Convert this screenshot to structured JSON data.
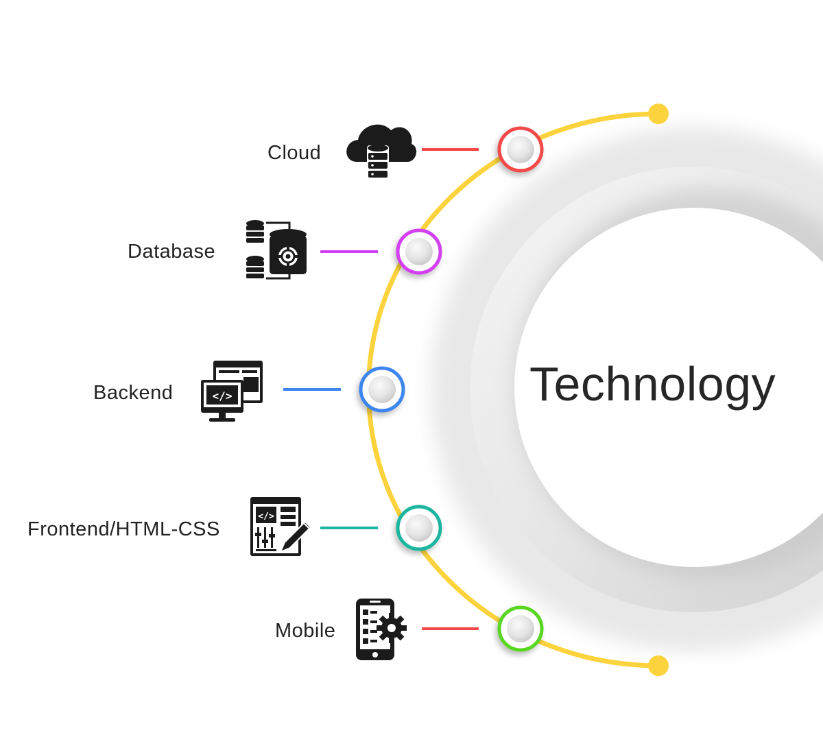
{
  "title": "Technology",
  "colors": {
    "arc": "#fcd33d",
    "title_text": "#262626",
    "label_text": "#222222",
    "icon": "#1b1b1b"
  },
  "items": [
    {
      "label": "Cloud",
      "icon": "cloud-database-icon",
      "color": "#f24848"
    },
    {
      "label": "Database",
      "icon": "database-settings-icon",
      "color": "#d23ff0"
    },
    {
      "label": "Backend",
      "icon": "backend-code-icon",
      "color": "#3d86f0"
    },
    {
      "label": "Frontend/HTML-CSS",
      "icon": "frontend-design-icon",
      "color": "#1bb5a0"
    },
    {
      "label": "Mobile",
      "icon": "mobile-settings-icon",
      "color": "#58d624"
    }
  ]
}
